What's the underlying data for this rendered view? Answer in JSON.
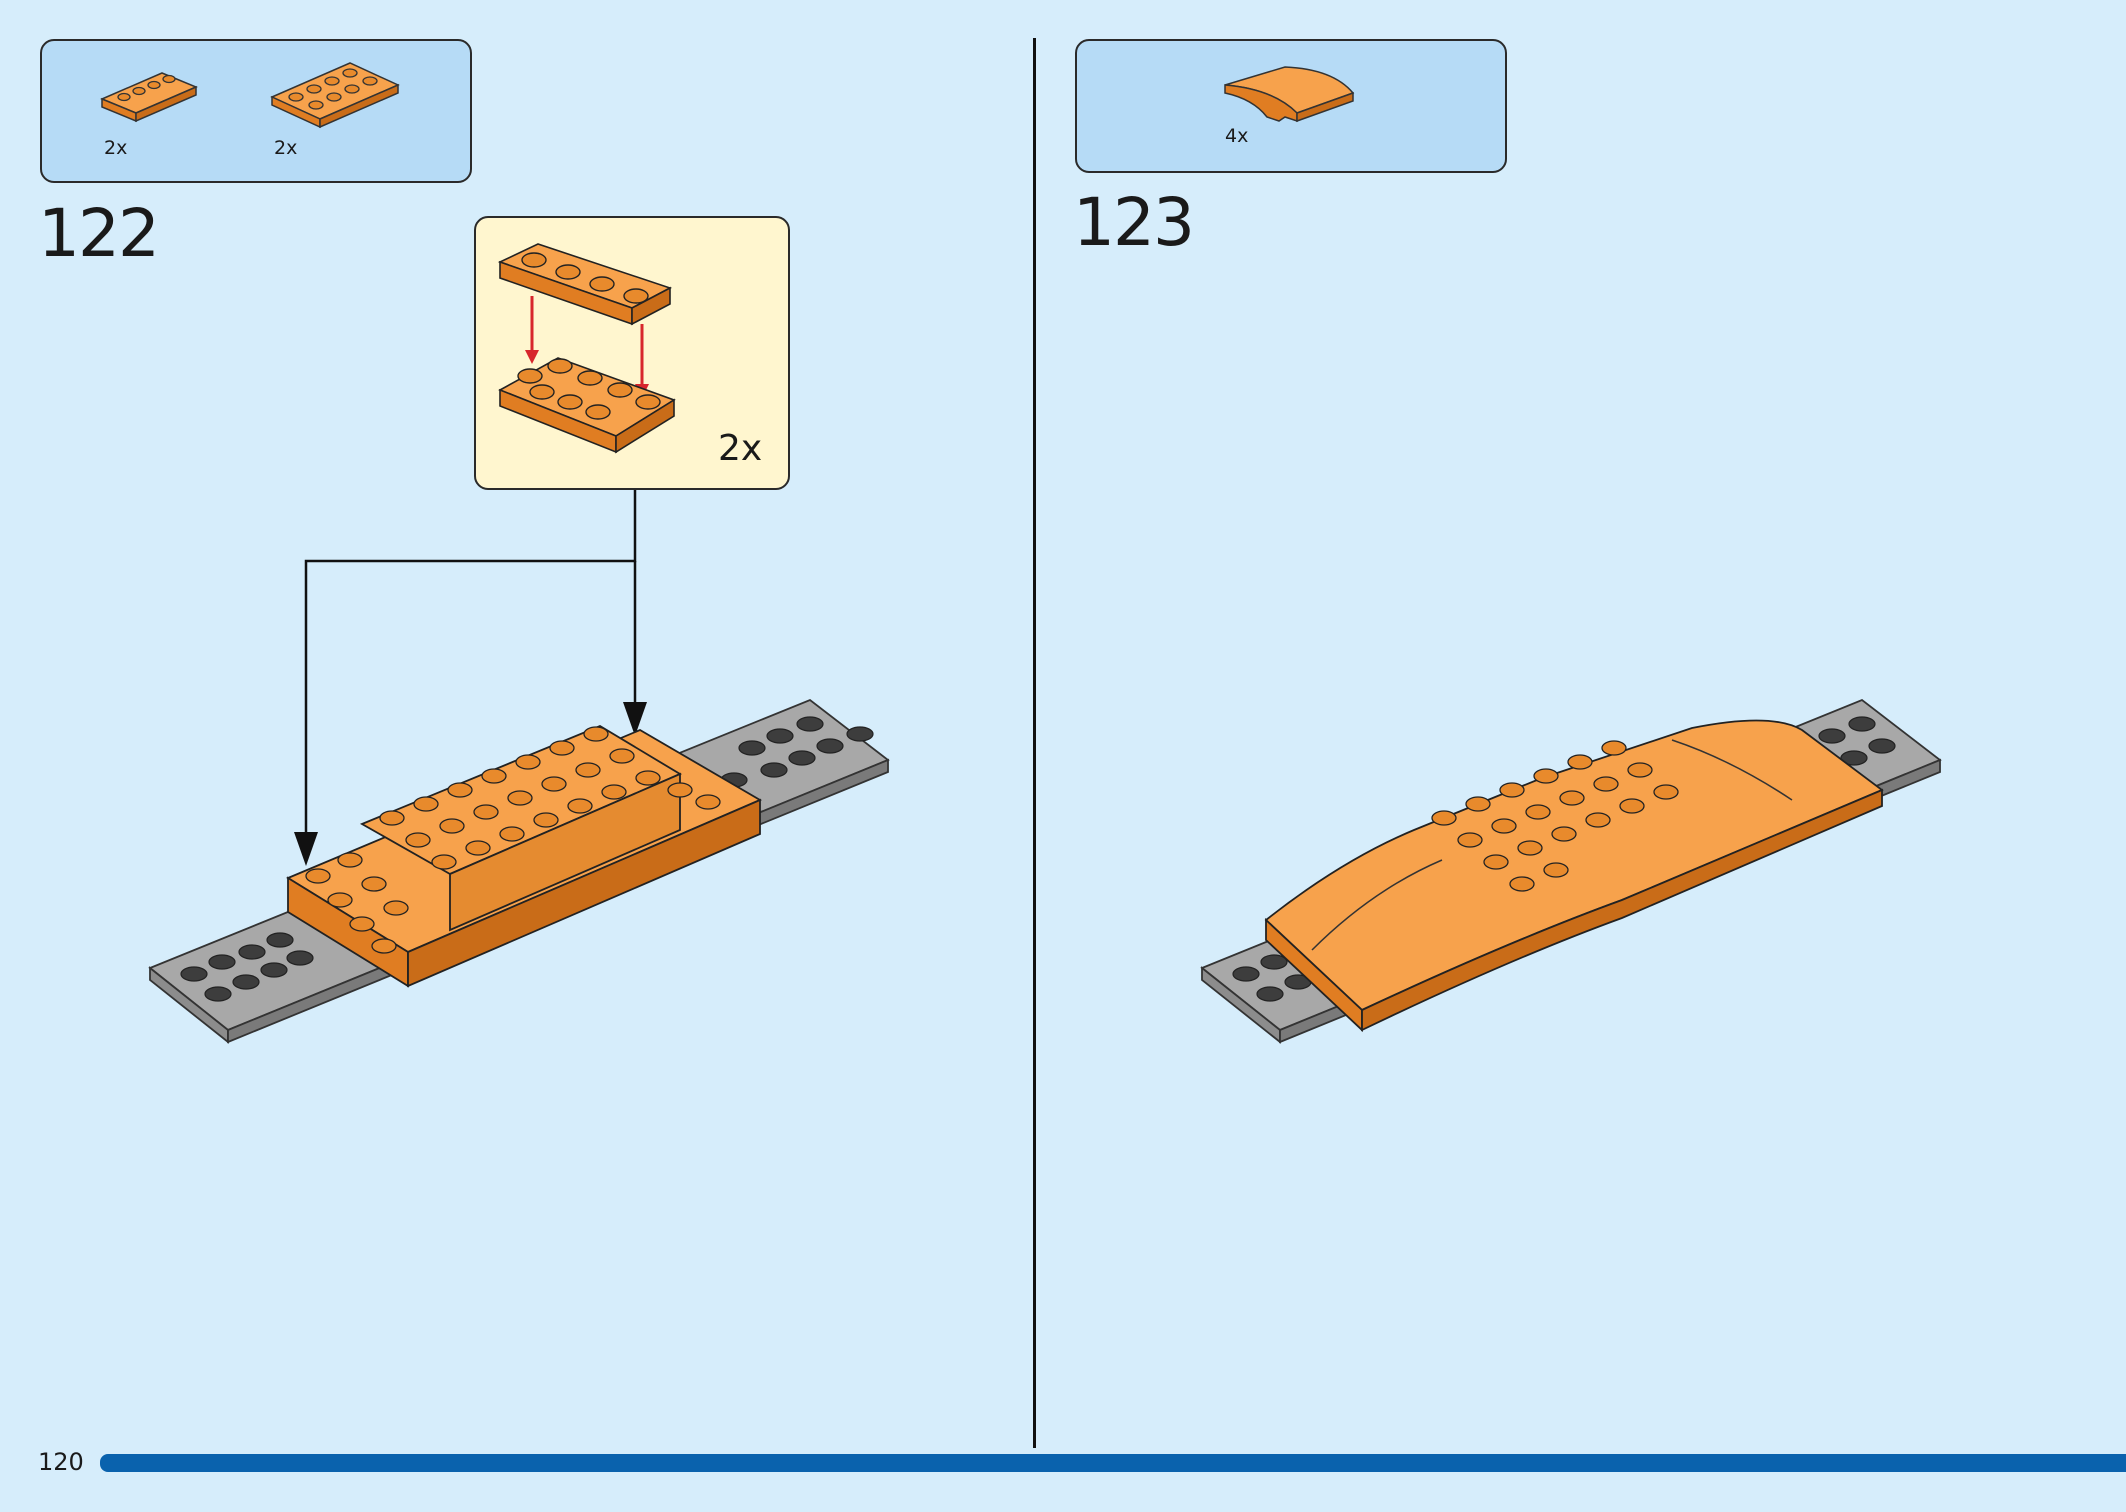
{
  "page_number": "120",
  "steps": [
    {
      "number": "122",
      "parts": [
        {
          "name": "plate-1x4-orange",
          "quantity": "2x"
        },
        {
          "name": "plate-2x4-orange",
          "quantity": "2x"
        }
      ],
      "callout": {
        "quantity": "2x"
      }
    },
    {
      "number": "123",
      "parts": [
        {
          "name": "curved-slope-orange",
          "quantity": "4x"
        }
      ]
    }
  ],
  "colors": {
    "background": "#d6edfb",
    "parts_box": "#b6dbf6",
    "callout": "#fff6cf",
    "brick_orange": "#f39a3c",
    "brick_gray": "#a5a5a5",
    "progress_bar": "#0a62ad",
    "arrow_red": "#d7262c"
  }
}
